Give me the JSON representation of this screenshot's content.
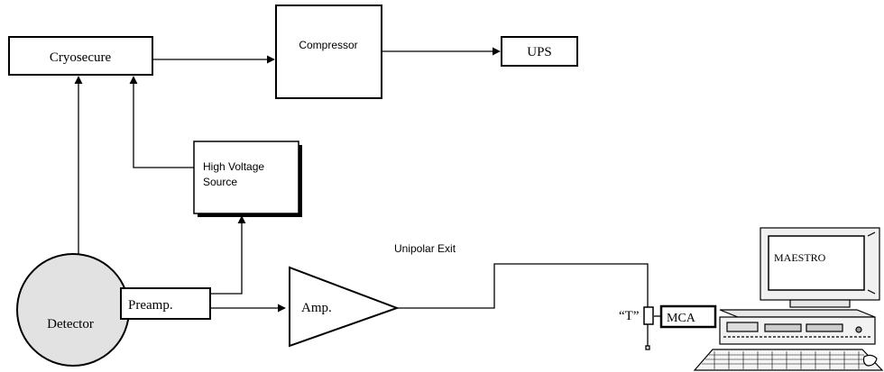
{
  "nodes": {
    "cryosecure": "Cryosecure",
    "compressor": "Compressor",
    "ups": "UPS",
    "high_voltage_line1": "High Voltage",
    "high_voltage_line2": "Source",
    "detector": "Detector",
    "preamp": "Preamp.",
    "amp": "Amp.",
    "t_connector": "“T”",
    "mca": "MCA",
    "maestro": "MAESTRO"
  },
  "edge_labels": {
    "unipolar_exit": "Unipolar Exit"
  },
  "colors": {
    "detector_fill": "#e2e2e2",
    "stroke": "#000000",
    "computer_body": "#f0f0f0"
  }
}
